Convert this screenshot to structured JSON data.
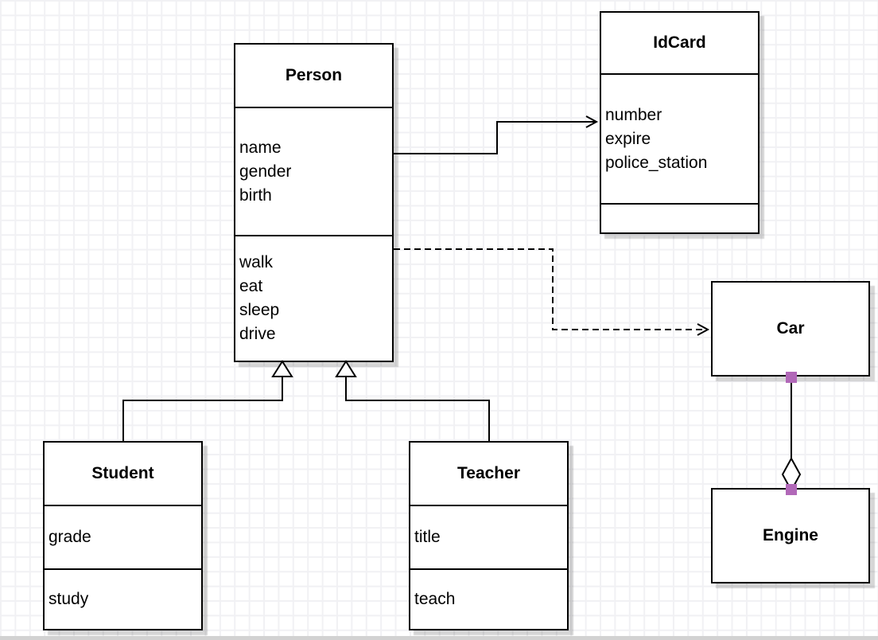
{
  "diagram": {
    "type": "uml-class-diagram",
    "classes": [
      {
        "name": "Person",
        "attributes": [
          "name",
          "gender",
          "birth"
        ],
        "methods": [
          "walk",
          "eat",
          "sleep",
          "drive"
        ]
      },
      {
        "name": "IdCard",
        "attributes": [
          "number",
          "expire",
          "police_station"
        ],
        "methods": []
      },
      {
        "name": "Car",
        "attributes": [],
        "methods": []
      },
      {
        "name": "Engine",
        "attributes": [],
        "methods": []
      },
      {
        "name": "Student",
        "attributes": [
          "grade"
        ],
        "methods": [
          "study"
        ]
      },
      {
        "name": "Teacher",
        "attributes": [
          "title"
        ],
        "methods": [
          "teach"
        ]
      }
    ],
    "relationships": [
      {
        "from": "Person",
        "to": "IdCard",
        "type": "association",
        "line": "solid",
        "arrow": "open"
      },
      {
        "from": "Person",
        "to": "Car",
        "type": "dependency",
        "line": "dashed",
        "arrow": "open"
      },
      {
        "from": "Student",
        "to": "Person",
        "type": "generalization",
        "line": "solid",
        "arrow": "hollow-triangle"
      },
      {
        "from": "Teacher",
        "to": "Person",
        "type": "generalization",
        "line": "solid",
        "arrow": "hollow-triangle"
      },
      {
        "from": "Car",
        "to": "Engine",
        "type": "aggregation",
        "line": "solid",
        "arrow": "hollow-diamond"
      }
    ]
  },
  "colors": {
    "stroke": "#000000",
    "shape_fill": "#ffffff",
    "endpoint_marker": "#b168b8",
    "grid_line": "#f1f1f4",
    "background": "#ffffff"
  }
}
